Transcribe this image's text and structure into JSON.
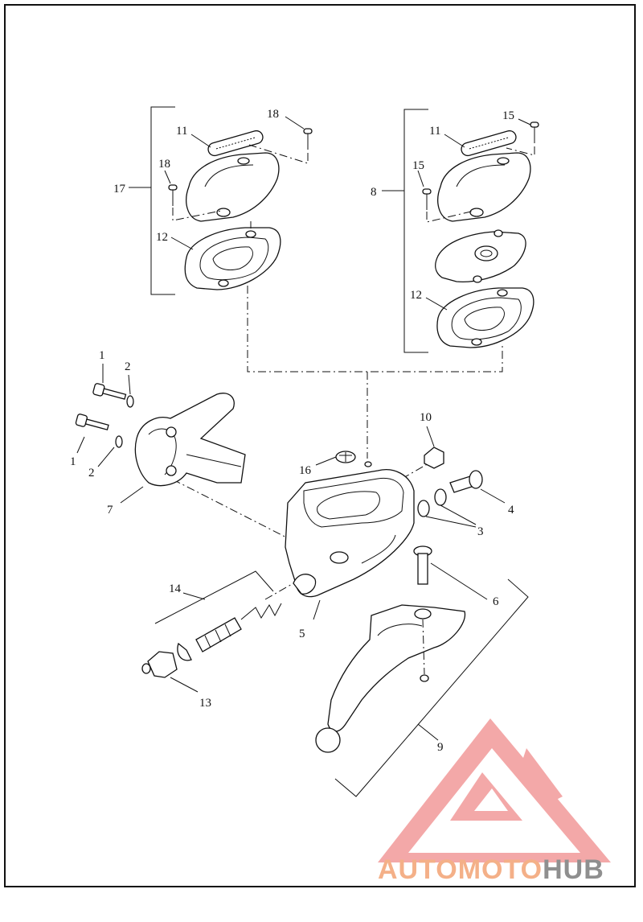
{
  "diagram": {
    "callouts": {
      "c1a": "1",
      "c1b": "1",
      "c2a": "2",
      "c2b": "2",
      "c3": "3",
      "c4": "4",
      "c5": "5",
      "c6": "6",
      "c7": "7",
      "c8": "8",
      "c9": "9",
      "c10": "10",
      "c11a": "11",
      "c11b": "11",
      "c12a": "12",
      "c12b": "12",
      "c13": "13",
      "c14": "14",
      "c15a": "15",
      "c15b": "15",
      "c16": "16",
      "c17": "17",
      "c18a": "18",
      "c18b": "18"
    }
  },
  "watermark": {
    "part1": "AUTO",
    "part2": "MOTO",
    "part3": "HUB",
    "colors": {
      "triangle": "#f08c8c",
      "accent": "#f4b088",
      "gray": "#8f8f8f"
    }
  }
}
